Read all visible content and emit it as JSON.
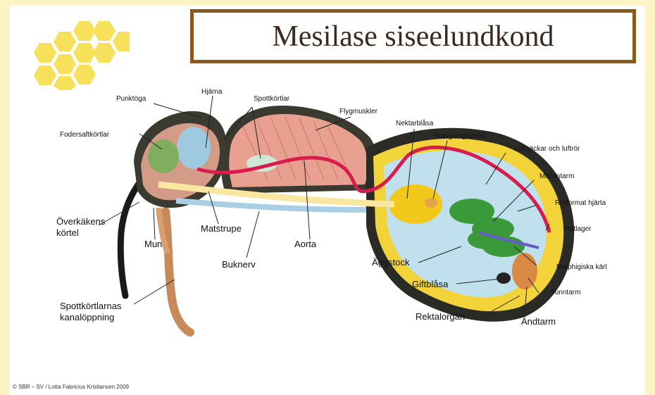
{
  "title": "Mesilase siseelundkond",
  "labels": {
    "punktoga": "Punktöga",
    "hjarna": "Hjärna",
    "spottkortlar": "Spottkörtlar",
    "flygmuskler": "Flygmuskler",
    "nektarblasa": "Nektarblåsa",
    "stangningsventil": "Stängningsventil",
    "luftsackar": "Luftsäckar och luftrör",
    "mellantarm": "Mellantarm",
    "rorformat_hjarta": "Rörformat hjärta",
    "fettlager": "Fettlager",
    "malphigiska_karl": "Malphigiska kärl",
    "tunntarm": "Tunntarm",
    "andtarm": "Ändtarm",
    "rektalorgan": "Rektalorgan",
    "giftblasa": "Giftblåsa",
    "aggstock": "Äggstock",
    "aorta": "Aorta",
    "buknerv": "Buknerv",
    "matstrupe": "Matstrupe",
    "mun": "Mun",
    "overkakens_kortel_line1": "Överkäkens",
    "overkakens_kortel_line2": "körtel",
    "fodersaftkortlar": "Fodersaftkörtlar",
    "spottkortlarnas_line1": "Spottkörtlarnas",
    "spottkortlarnas_line2": "kanalöppning"
  },
  "copyright": "© SBR – SV / Lotta Fabricius Kristiansen 2009",
  "colors": {
    "background": "#fdf3c4",
    "title_border": "#8a5a18",
    "honeycomb": "#f7e05a",
    "body_wall": "#2b2b26",
    "fat_layer": "#f2d33a",
    "muscle": "#e89a8a",
    "aorta_heart": "#d81c4c",
    "gut": "#3a9a3a",
    "nectar": "#f2c81a",
    "air_sacs": "#bfe0ec"
  }
}
